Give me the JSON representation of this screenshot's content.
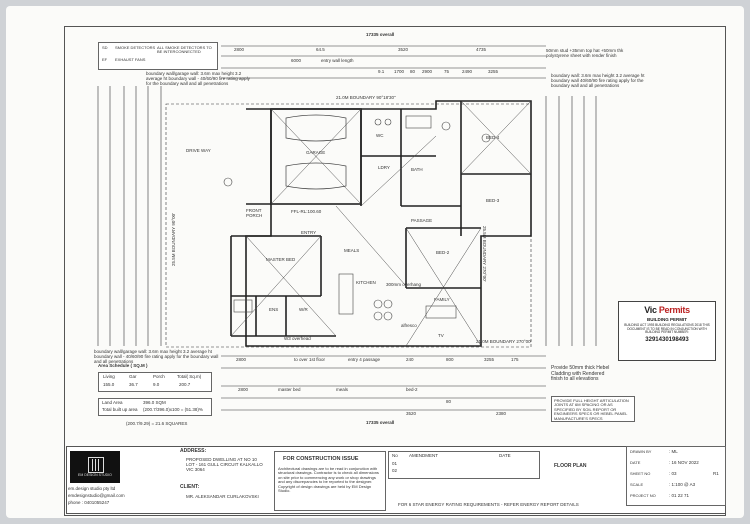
{
  "overall_top": "17335 overall",
  "overall_bottom": "17335 overall",
  "legend": [
    {
      "code": "SD",
      "text": "SMOKE DETECTORS",
      "note": "ALL SMOKE DETECTORS TO BE INTERCONNECTED"
    },
    {
      "code": "EF",
      "text": "EXHAUST FANS",
      "note": ""
    }
  ],
  "top_dims": [
    "2800",
    "64.5",
    "3520",
    "4735"
  ],
  "top_dims2": [
    "6000",
    "entry wall length",
    "9.1",
    "1700",
    "80",
    "2900",
    "75",
    "2490",
    "3255"
  ],
  "boundary_top": "21.0M BOUNDARY 90°18'30\"",
  "boundary_bottom": "21.0M BOUNDARY 270°00'",
  "boundary_right": "25.5M BOUNDARY 270°00'",
  "boundary_left": "25.5M BOUNDARY 90°00'",
  "wall_note_top_left": "boundary wall/garage wall: 3.6m max height 3.2 average ht boundary wall - 40/60/90 fire rating apply for the boundary wall and all penetrations",
  "wall_note_top_right": "boundary wall: 3.6m max height 3.2 average ht boundary wall 40/60/90 fire rating apply for the boundary wall and all penetrations",
  "wall_note_bottom_left": "boundary wall/garage wall: 3.6m max height 3.2 average ht boundary wall - 40/60/90 fire rating apply for the boundary wall and all penetrations",
  "top_right_note": "50mm stud +35mm top hat +50mm thk polystyrene sheet with render finish",
  "rooms": {
    "garage": "GARAGE",
    "driveway": "DRIVE WAY",
    "porch": "FRONT PORCH",
    "entry": "ENTRY",
    "ffl": "FFL-RL:100.60",
    "master": "MASTER BED",
    "ens": "ENS",
    "wir": "W/R",
    "wc": "WC",
    "ldry": "LDRY",
    "bath": "BATH",
    "bed4": "BED-4",
    "bed3": "BED-3",
    "passage": "PASSAGE",
    "meals": "MEALS",
    "bed2": "BED-2",
    "kitchen": "KITCHEN",
    "family": "FAMILY",
    "alfresco": "alfresco",
    "tv": "TV",
    "w3": "W3 overhead",
    "overhang": "300mm overhang"
  },
  "area_schedule": {
    "title": "Area Schedule ( SQ.M )",
    "headers": [
      "Living",
      "Gar",
      "Porch",
      "Total( Sq.m)"
    ],
    "values": [
      "155.0",
      "36.7",
      "9.0",
      "200.7"
    ],
    "land_area_label": "Land Area",
    "land_area_value": "396.0 SQM",
    "built_label": "Total built up area",
    "built_value": "(200.7/396.0)x100 = (51.38)%",
    "squares": "(200.7/9.29) = 21.6 SQUARES"
  },
  "bottom_notes": {
    "render": "Provide 50mm thick Hebel Cladding with Rendered finish to all elevations",
    "joints": "PROVIDE FULL HEIGHT ARTICULATION JOINTS AT 6M SPACING OR AS SPECIFIED BY SOIL REPORT OR ENGINEERS SPECS OR HEBEL PANEL MANUFACTURE'S SPECS"
  },
  "bottom_dims": [
    "2800",
    "to over 1st floor",
    "entry 4 passage",
    "240",
    "800",
    "3255",
    "175",
    "2800",
    "master bed",
    "meals",
    "bed-2",
    "80",
    "3520",
    "2380"
  ],
  "vic": {
    "logo_a": "Vic",
    "logo_b": "Permits",
    "title": "BUILDING PERMIT",
    "text": "BUILDING ACT 1993 BUILDING REGULATIONS 2018 THIS DOCUMENT IS TO BE READ IN CONJUNCTION WITH BUILDING PERMIT NUMBER:",
    "number": "3291430198493"
  },
  "titleblock": {
    "brand": "EM DESIGN STUDIO",
    "email_label": "em.design studio pty ltd",
    "email": "emdesignstudio@gmail.com",
    "phone": "phone : 0401055247",
    "address_label": "ADDRESS:",
    "address": "PROPOSED DWELLING AT NO 10 LOT - 161 GULL CIRCUIT KALKALLO VIC 3064",
    "client_label": "CLIENT:",
    "client": "MR. ALEKSANDAR CURLAKOVSKI",
    "construction": "FOR CONSTRUCTION ISSUE",
    "disclaimer": "Architectural drawings are to be read in conjunction with structural drawings. Contractor is to check all dimensions on site prior to commencing any work or shop drawings and any discrepancies to be reported to the designer. Copyright of design drawings are held by EM Design Studio.",
    "no_label": "No",
    "no_rows": [
      "01",
      "02"
    ],
    "amendment_label": "AMENDMENT",
    "date_label": "DATE",
    "sheet_title": "FLOOR PLAN",
    "drawn_label": "DRAWN BY",
    "drawn": ": ML",
    "date_k": "DATE",
    "date_v": ": 16 NOV 2022",
    "sheet_no_label": "SHEET NO",
    "sheet_no": ": 03",
    "rev": "R1",
    "scale_label": "SCALE",
    "scale": ": 1:100 @ A3",
    "project_label": "PROJECT NO",
    "project": ": 01 22 71",
    "energy": "FOR 6 STAR ENERGY RATING REQUIREMENTS - REFER ENERGY REPORT DETAILS"
  },
  "colors": {
    "paper": "#fbfbf9",
    "ink": "#333333",
    "vic_red": "#b22222"
  }
}
